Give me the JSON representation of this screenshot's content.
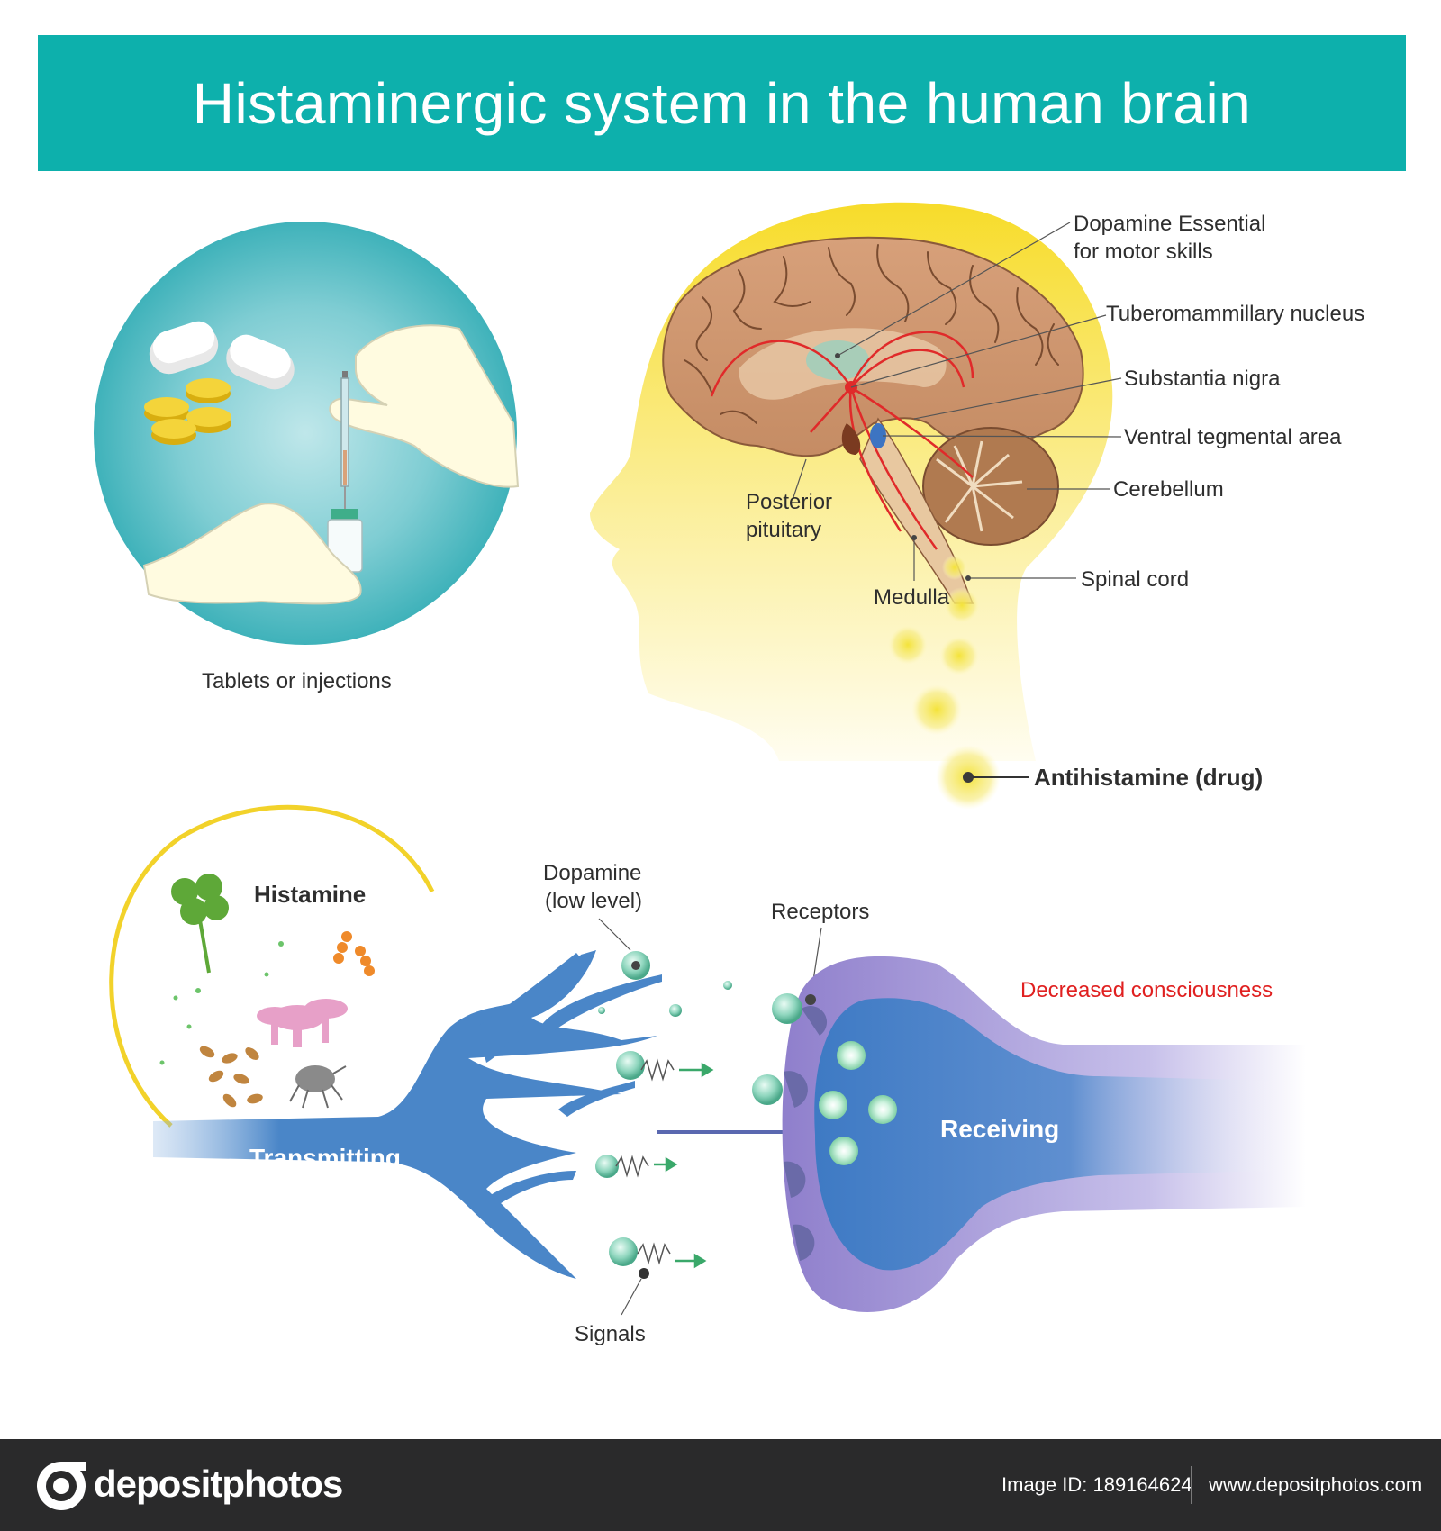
{
  "title": "Histaminergic system in the human brain",
  "labels": {
    "tablets": "Tablets or injections",
    "dopamine_essential_1": "Dopamine Essential",
    "dopamine_essential_2": "for motor skills",
    "tuberomammillary": "Tuberomammillary nucleus",
    "substantia_nigra": "Substantia nigra",
    "ventral_tegmental": "Ventral tegmental area",
    "cerebellum": "Cerebellum",
    "posterior_1": "Posterior",
    "posterior_2": "pituitary",
    "spinal_cord": "Spinal cord",
    "medulla": "Medulla",
    "antihistamine": "Antihistamine (drug)",
    "histamine": "Histamine",
    "dopamine_1": "Dopamine",
    "dopamine_2": "(low level)",
    "receptors": "Receptors",
    "decreased": "Decreased consciousness",
    "transmitting": "Transmitting",
    "receiving": "Receiving",
    "signals": "Signals"
  },
  "footer": {
    "logo": "depositphotos",
    "image_id": "Image ID: 189164624",
    "url": "www.depositphotos.com"
  },
  "colors": {
    "title_bar": "#0db0ac",
    "neuron_blue": "#4a86c8",
    "receiver_purple": "#9b8fcf",
    "text_red": "#e02020",
    "yellow_glow": "#f6e96a"
  }
}
